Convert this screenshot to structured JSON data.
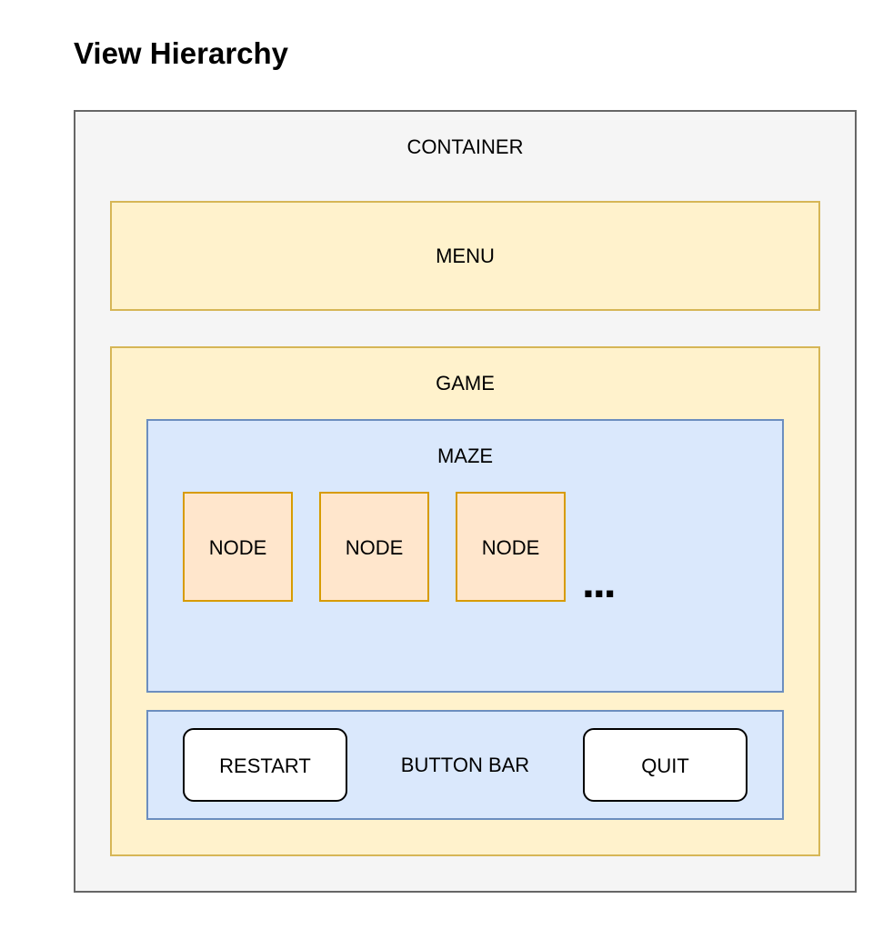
{
  "title": "View Hierarchy",
  "diagram": {
    "container": {
      "label": "CONTAINER"
    },
    "menu": {
      "label": "MENU"
    },
    "game": {
      "label": "GAME"
    },
    "maze": {
      "label": "MAZE",
      "nodes": [
        {
          "label": "NODE"
        },
        {
          "label": "NODE"
        },
        {
          "label": "NODE"
        }
      ],
      "more": "..."
    },
    "button_bar": {
      "label": "BUTTON BAR",
      "restart": "RESTART",
      "quit": "QUIT"
    }
  },
  "colors": {
    "container_fill": "#f5f5f5",
    "container_border": "#666666",
    "yellow_fill": "#fff2cc",
    "yellow_border": "#d6b656",
    "blue_fill": "#dae8fc",
    "blue_border": "#6c8ebf",
    "orange_fill": "#ffe6cc",
    "orange_border": "#d79b00"
  }
}
